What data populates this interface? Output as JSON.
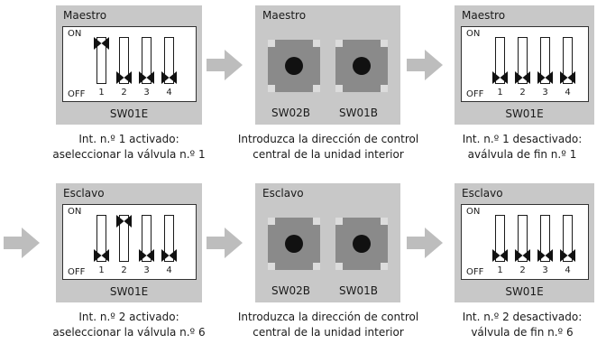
{
  "panels": [
    {
      "title": "Maestro",
      "footer": "SW01E",
      "on": "ON",
      "off": "OFF",
      "switches": [
        "1",
        "2",
        "3",
        "4"
      ],
      "states": [
        "on",
        "off",
        "off",
        "off"
      ]
    },
    {
      "title": "Maestro",
      "buttons": [
        "SW02B",
        "SW01B"
      ]
    },
    {
      "title": "Maestro",
      "footer": "SW01E",
      "on": "ON",
      "off": "OFF",
      "switches": [
        "1",
        "2",
        "3",
        "4"
      ],
      "states": [
        "off",
        "off",
        "off",
        "off"
      ]
    },
    {
      "title": "Esclavo",
      "footer": "SW01E",
      "on": "ON",
      "off": "OFF",
      "switches": [
        "1",
        "2",
        "3",
        "4"
      ],
      "states": [
        "off",
        "on",
        "off",
        "off"
      ]
    },
    {
      "title": "Esclavo",
      "buttons": [
        "SW02B",
        "SW01B"
      ]
    },
    {
      "title": "Esclavo",
      "footer": "SW01E",
      "on": "ON",
      "off": "OFF",
      "switches": [
        "1",
        "2",
        "3",
        "4"
      ],
      "states": [
        "off",
        "off",
        "off",
        "off"
      ]
    }
  ],
  "captions": [
    {
      "l1": "Int. n.º 1 activado:",
      "l2": "aseleccionar la válvula n.º 1"
    },
    {
      "l1": "Introduzca la dirección de control",
      "l2": "central de la unidad interior"
    },
    {
      "l1": "Int. n.º 1 desactivado:",
      "l2": "aválvula de fin n.º 1"
    },
    {
      "l1": "Int. n.º 2 activado:",
      "l2": "aseleccionar la válvula n.º 6"
    },
    {
      "l1": "Introduzca la dirección de control",
      "l2": "central de la unidad interior"
    },
    {
      "l1": "Int. n.º 2 desactivado:",
      "l2": "válvula de fin n.º 6"
    }
  ],
  "colors": {
    "panel": "#c8c8c8",
    "arrow": "#bdbdbd",
    "button": "#8a8a8a"
  }
}
